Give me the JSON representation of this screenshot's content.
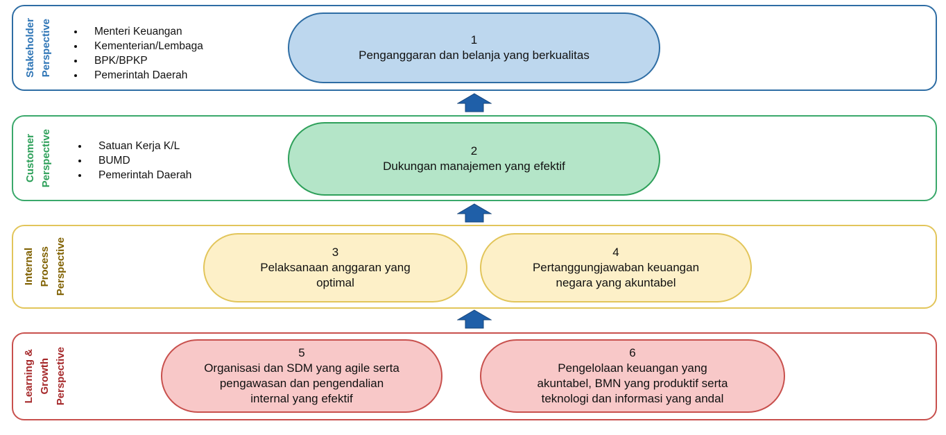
{
  "colors": {
    "stakeholder": "#2e75b6",
    "customer": "#2ea05a",
    "internal": "#7f6000",
    "learning": "#a5282a",
    "arrow": "#1f5fa8"
  },
  "rows": [
    {
      "label": [
        "Stakeholder",
        "Perspective"
      ],
      "items": [
        "Menteri Keuangan",
        "Kementerian/Lembaga",
        "BPK/BPKP",
        "Pemerintah Daerah"
      ],
      "objectives": [
        {
          "num": "1",
          "lines": [
            "Penganggaran dan belanja yang berkualitas"
          ]
        }
      ]
    },
    {
      "label": [
        "Customer",
        "Perspective"
      ],
      "items": [
        "Satuan Kerja K/L",
        "BUMD",
        "Pemerintah Daerah"
      ],
      "objectives": [
        {
          "num": "2",
          "lines": [
            "Dukungan manajemen yang efektif"
          ]
        }
      ]
    },
    {
      "label": [
        "Internal",
        "Process",
        "Perspective"
      ],
      "objectives": [
        {
          "num": "3",
          "lines": [
            "Pelaksanaan anggaran yang",
            "optimal"
          ]
        },
        {
          "num": "4",
          "lines": [
            "Pertanggungjawaban keuangan",
            "negara yang akuntabel"
          ]
        }
      ]
    },
    {
      "label": [
        "Learning &",
        "Growth",
        "Perspective"
      ],
      "objectives": [
        {
          "num": "5",
          "lines": [
            "Organisasi dan SDM yang agile serta",
            "pengawasan dan pengendalian",
            "internal yang efektif"
          ]
        },
        {
          "num": "6",
          "lines": [
            "Pengelolaan keuangan yang",
            "akuntabel, BMN yang produktif serta",
            "teknologi dan informasi yang andal"
          ]
        }
      ]
    }
  ]
}
